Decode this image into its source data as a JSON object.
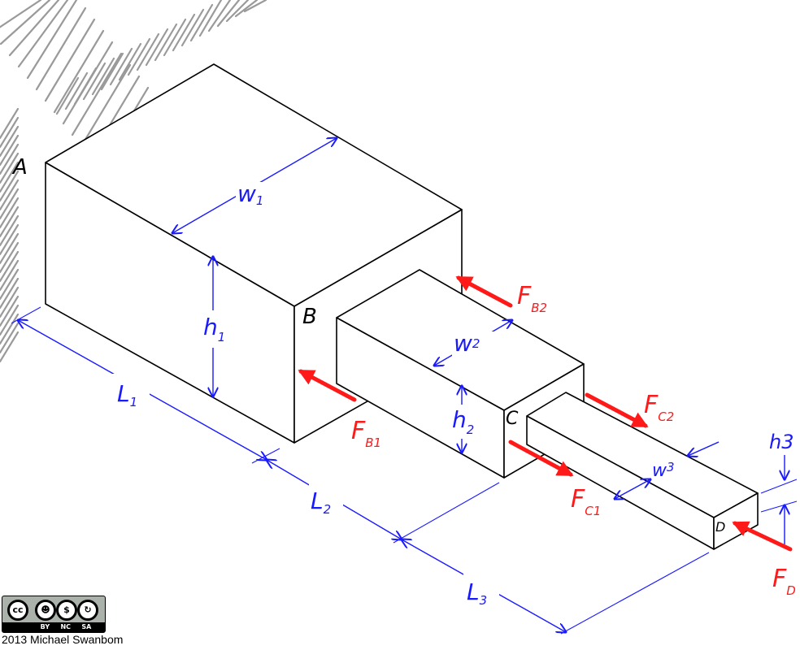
{
  "points": {
    "A": "A",
    "B": "B",
    "C": "C",
    "D": "D"
  },
  "dimensions": {
    "w1": {
      "main": "w",
      "sub": "1"
    },
    "h1": {
      "main": "h",
      "sub": "1"
    },
    "L1": {
      "main": "L",
      "sub": "1"
    },
    "w2": {
      "main": "w",
      "sub": "2"
    },
    "h2": {
      "main": "h",
      "sub": "2"
    },
    "L2": {
      "main": "L",
      "sub": "2"
    },
    "w3": {
      "main": "w",
      "sub": "3"
    },
    "h3": {
      "main": "h3"
    },
    "L3": {
      "main": "L",
      "sub": "3"
    }
  },
  "forces": {
    "FB1": {
      "main": "F",
      "sub": "B1"
    },
    "FB2": {
      "main": "F",
      "sub": "B2"
    },
    "FC1": {
      "main": "F",
      "sub": "C1"
    },
    "FC2": {
      "main": "F",
      "sub": "C2"
    },
    "FD": {
      "main": "F",
      "sub": "D"
    }
  },
  "credit": {
    "license_terms": [
      "BY",
      "NC",
      "SA"
    ],
    "text": "2013 Michael Swanbom"
  },
  "colors": {
    "dimension": "#1a1aff",
    "force": "#ff1a1a",
    "edges": "#000000",
    "wall_hatch": "#9a9a9a"
  }
}
